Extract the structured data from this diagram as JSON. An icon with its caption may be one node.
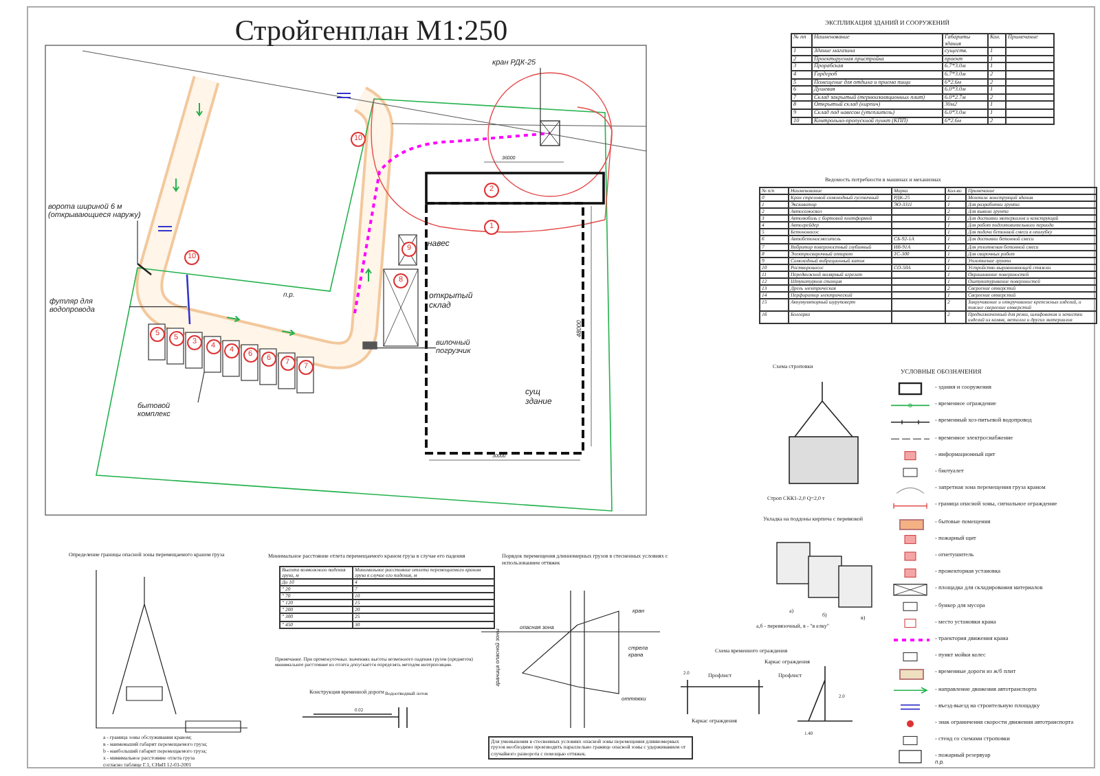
{
  "diagram": {
    "title": "Стройгенплан М1:250",
    "nodes": [
      {
        "text": [
          "кран РДК-25"
        ]
      },
      {
        "text": [
          "ворота шириной 6 м (открывающиеся наружу)"
        ]
      },
      {
        "text": [
          "футляр для водопровода"
        ]
      },
      {
        "text": [
          "бытовой комплекс"
        ]
      },
      {
        "text": [
          "вилочный погрузчик"
        ]
      },
      {
        "text": [],
        "shape": "box"
      },
      {
        "text": [],
        "shape": "bar"
      },
      {
        "text": [],
        "shape": "bar"
      },
      {
        "text": [],
        "shape": "box"
      },
      {
        "text": [],
        "shape": "box"
      }
    ],
    "edges": [
      {
        "from": 0,
        "to": 5,
        "arrow": "none"
      },
      {
        "from": 1,
        "to": 6,
        "arrow": "none"
      },
      {
        "from": 2,
        "to": 7,
        "arrow": "none"
      },
      {
        "from": 3,
        "to": 8,
        "arrow": "none"
      },
      {
        "from": 4,
        "to": 9,
        "arrow": "none"
      }
    ],
    "labels": [
      "10",
      "2",
      "1",
      "10",
      "п.р.",
      "9",
      "навес",
      "8",
      "открытый склад",
      "5",
      "5",
      "3",
      "4",
      "4",
      "6",
      "6",
      "7",
      "7",
      "сущ здание",
      "36000",
      "48000",
      "30000",
      "ЭКСПЛИКАЦИЯ ЗДАНИЙ И СООРУЖЕНИЙ",
      "№ пп",
      "Наименование",
      "Габариты здания",
      "Кол.",
      "Примечание",
      "1",
      "Здание магазина",
      "существ.",
      "1",
      "2",
      "Проектируемая пристройка",
      "проект",
      "1",
      "3",
      "Прорабская",
      "6.7*3.0м",
      "1",
      "4",
      "Гардероб",
      "6.7*3.0м",
      "2",
      "5",
      "Помещение для отдыха и приема пищи",
      "6*2.6м",
      "2",
      "6",
      "Душевая",
      "6.0*3.0м",
      "1",
      "7",
      "Склад закрытый (термоизоляционных плит)",
      "6.0*2.7м",
      "2",
      "8",
      "Открытый склад (кирпич)",
      "30м2",
      "1",
      "9",
      "Склад под навесом (утеплитель)",
      "6.0*3.0м",
      "1",
      "10",
      "Контрольно-пропускной пункт (КПП)",
      "6*2.6м",
      "2",
      "Ведомость потребности в машинах и механизмах",
      "№ п/п",
      "Наименование",
      "Марка",
      "Кол-во",
      "Примечание",
      "0",
      "Кран стреловой самоходный гусеничный",
      "РДК-25",
      "1",
      "Монтаж конструкций здания",
      "1",
      "Экскаватор",
      "ЭО-3311",
      "1",
      "Для разработки грунта",
      "2",
      "Автосамосвал",
      "2",
      "Для вывоза грунта",
      "3",
      "Автомобиль с бортовой платформой",
      "1",
      "Для доставки материалов и конструкций",
      "4",
      "Автогрейдер",
      "1",
      "Для работ подготовительного периода",
      "5",
      "Бетононасос",
      "1",
      "Для подачи бетонной смеси в опалубку",
      "6",
      "Автобетоносмеситель",
      "СБ-92-1А",
      "1",
      "Для доставки бетонной смеси",
      "7",
      "Вибратор поверхностный глубинный",
      "ИВ-91А",
      "1",
      "Для уплотнения бетонной смеси",
      "8",
      "Электросварочный аппарат",
      "ТС-300",
      "1",
      "Для сварочных работ",
      "9",
      "Самоходный вибрационный каток",
      "1",
      "Уплотнение грунта",
      "10",
      "Растворонасос",
      "СО-50А",
      "1",
      "Устройство выравнивающей стяжки",
      "11",
      "Передвижной малярный агрегат",
      "1",
      "Окрашивание поверхностей",
      "12",
      "Штукатурная станция",
      "1",
      "Оштукатуривание поверхностей",
      "13",
      "Дрель электрическая",
      "2",
      "Сверление отверстий",
      "14",
      "Перфоратор электрический",
      "1",
      "Сверление отверстий",
      "15",
      "Аккумуляторный шуруповерт",
      "2",
      "Закручивание и откручивание крепежных изделий, а также сверление отверстий",
      "16",
      "Болгарка",
      "2",
      "Предназначенный для резки, шлифования и зачистки изделий из камня, металла и других материалов",
      "УСЛОВНЫЕ ОБОЗНАЧЕНИЯ",
      "Схема строповки",
      "Строп СКК1-2,0 Q=2,0 т",
      "Укладка на поддоны кирпича с перевязкой",
      "а)",
      "б)",
      "в)",
      "а,б - перевязочный, в - \"в елку\"",
      "Схема временного ограждения",
      "2.0",
      "Профлист",
      "Каркас ограждения",
      "Каркас ограждения",
      "Профлист",
      "2.0",
      "1.40",
      "Определение границы опасной зоны перемещаемого краном груза",
      "а - граница зоны обслуживания краном;",
      "в - наименьший габарит перемещаемого груза;",
      "b - наибольший габарит перемещаемого груза;",
      "х - минимальное расстояние отлета груза",
      "согласно таблице Г.1, СНиП 12-03-2001",
      "Минимальное расстояние отлета перемещаемого краном груза в случае его падения",
      "Высота возможного падения груза, м",
      "Минимальное расстояние отлета перемещаемого краном груза в случае его падения, м",
      "До 10",
      "4",
      "\" 20",
      "7",
      "\" 70",
      "10",
      "\" 120",
      "15",
      "\" 200",
      "20",
      "\" 300",
      "25",
      "\" 450",
      "30",
      "Примечание. При промежуточных значениях высоты возможного падения грузов (предметов) минимальное расстояние их отлета допускается определять методом интерполяции.",
      "Конструкция временной дороги",
      "0.02",
      "Водоотводный лоток",
      "Порядок перемещения длинномерных грузов в стесненных условиях с использованием оттяжек",
      "кран",
      "опасная зона",
      "стрела крана",
      "оттяжки",
      "граница опасной зоны",
      "Для уменьшения в стесненных условиях опасной зоны перемещения длинномерных грузов необходимо производить параллельно границе опасной зоны с удерживанием от случайного разворота с помощью оттяжек.",
      "п.р."
    ],
    "legend": [
      {
        "text": "- здания и сооружения"
      },
      {
        "text": "- временное ограждение"
      },
      {
        "text": "- временный хоз-питьевой водопровод"
      },
      {
        "text": "- временное электроснабжение"
      },
      {
        "text": "- информационный щит"
      },
      {
        "text": "- биотуалет"
      },
      {
        "text": "- запретная зона перемещения груза краном"
      },
      {
        "text": "- граница опасной зоны, сигнальное ограждение"
      },
      {
        "text": "- бытовые помещения",
        "color": "#f4b183"
      },
      {
        "text": "- пожарный щит"
      },
      {
        "text": "- огнетушитель"
      },
      {
        "text": "- прожекторная установка"
      },
      {
        "text": "- площадка для складирования материалов"
      },
      {
        "text": "- бункер для мусора"
      },
      {
        "text": "- место установки крана"
      },
      {
        "text": "- траектория движения крана"
      },
      {
        "text": "- пункт мойки колес"
      },
      {
        "text": "- временные дороги из ж/б плит",
        "color": "#eedfc0"
      },
      {
        "text": "- направление движения автотранспорта"
      },
      {
        "text": "- въезд-выезд на строительную площадку"
      },
      {
        "text": "- знак ограничения скорости движения автотранспорта"
      },
      {
        "text": "- стенд со схемами строповки"
      },
      {
        "text": "- пожарный резервуар"
      }
    ]
  }
}
